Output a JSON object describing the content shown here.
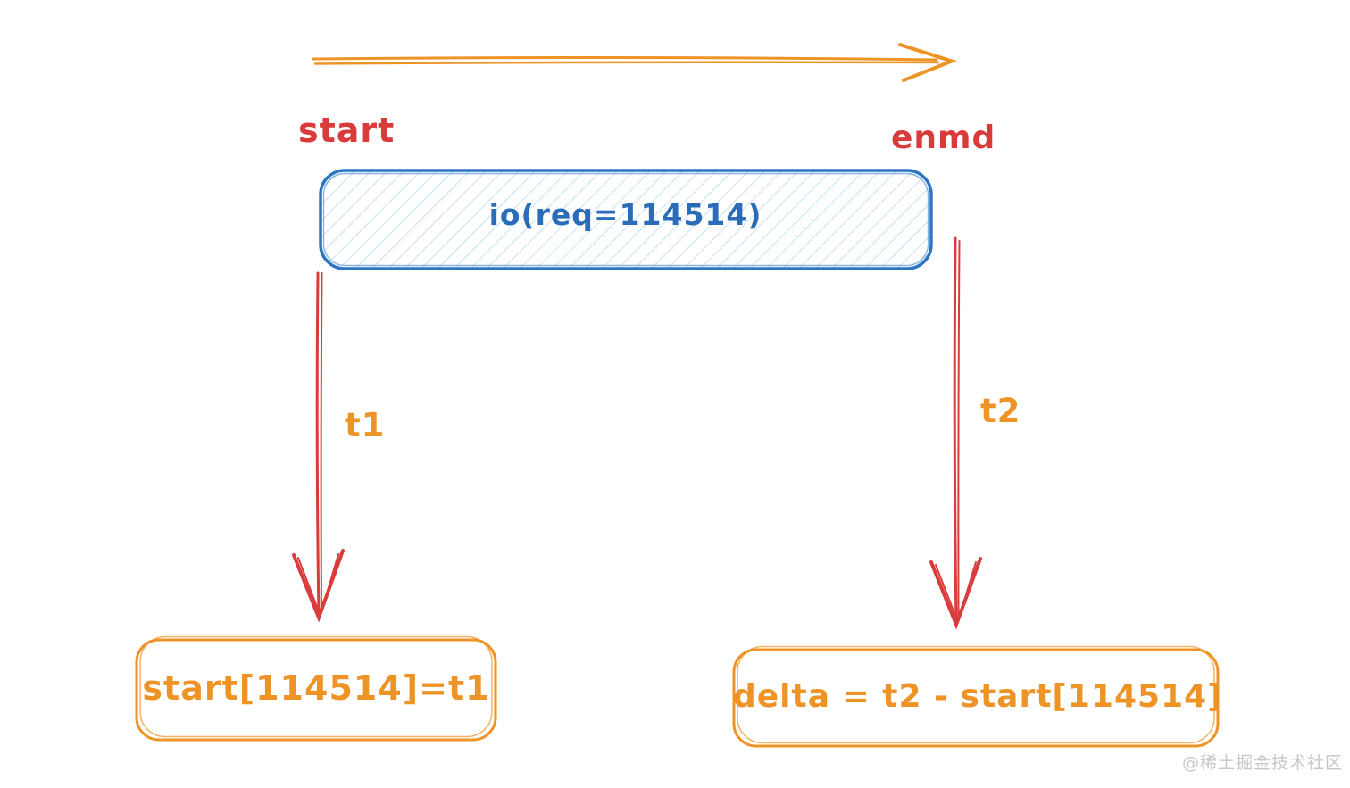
{
  "diagram": {
    "timeline": {
      "start_label": "start",
      "end_label": "enmd"
    },
    "io_box": {
      "label": "io(req=114514)"
    },
    "t1_arrow": {
      "label": "t1"
    },
    "t2_arrow": {
      "label": "t2"
    },
    "result_left": {
      "label": "start[114514]=t1"
    },
    "result_right": {
      "label": "delta = t2 - start[114514]"
    },
    "watermark": {
      "label": "@稀土掘金技术社区"
    },
    "colors": {
      "red": "#d93b3b",
      "orange": "#ee9325",
      "blue_stroke": "#2b77c5",
      "blue_text": "#2b6cb8",
      "hatch_blue": "#b9dcf5",
      "watermark_gray": "#c7c7c7",
      "background": "#ffffff"
    }
  }
}
